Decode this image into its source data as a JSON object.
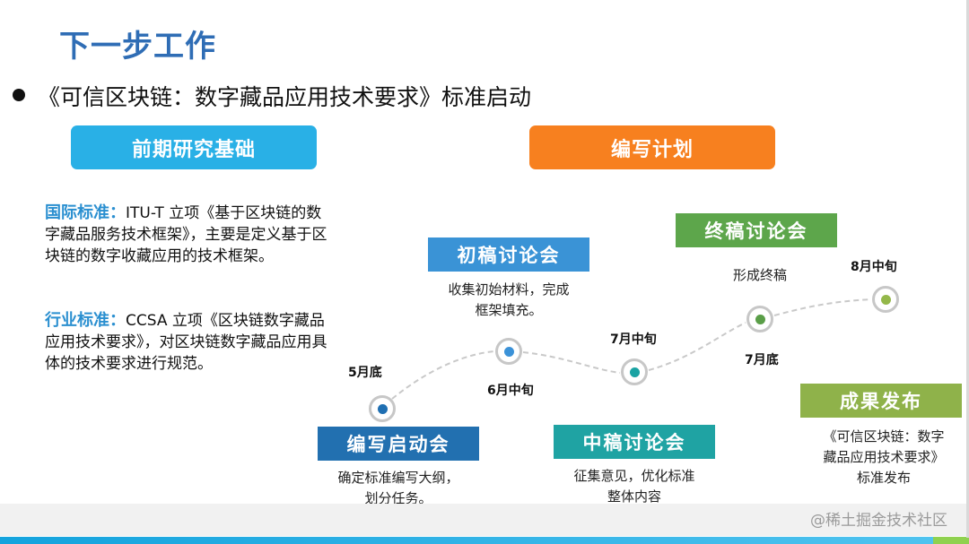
{
  "slide": {
    "title": "下一步工作",
    "bullet": "《可信区块链：数字藏品应用技术要求》标准启动"
  },
  "left_panel": {
    "header": "前期研究基础",
    "header_color": "#29b0e6",
    "items": [
      {
        "label": "国际标准：",
        "text": "ITU-T 立项《基于区块链的数字藏品服务技术框架》，主要是定义基于区块链的数字收藏应用的技术框架。"
      },
      {
        "label": "行业标准：",
        "text": "CCSA 立项《区块链数字藏品应用技术要求》，对区块链数字藏品应用具体的技术要求进行规范。"
      }
    ]
  },
  "right_panel": {
    "header": "编写计划",
    "header_color": "#f7801f",
    "timeline": [
      {
        "date": "5月底",
        "stage": "编写启动会",
        "description_lines": [
          "确定标准编写大纲，",
          "划分任务。"
        ],
        "color": "#2270b0",
        "dot_color": "#1f6fb2"
      },
      {
        "date": "6月中旬",
        "stage": "初稿讨论会",
        "description_lines": [
          "收集初始材料，完成",
          "框架填充。"
        ],
        "color": "#3a93d6",
        "dot_color": "#3b92d8"
      },
      {
        "date": "7月中旬",
        "stage": "中稿讨论会",
        "description_lines": [
          "征集意见，优化标准",
          "整体内容"
        ],
        "color": "#1fa3a3",
        "dot_color": "#1aa3a3"
      },
      {
        "date": "7月底",
        "stage": "终稿讨论会",
        "description_lines": [
          "形成终稿"
        ],
        "color": "#5da64b",
        "dot_color": "#5a9e48"
      },
      {
        "date": "8月中旬",
        "stage": "成果发布",
        "description_lines": [
          "《可信区块链：数字",
          "藏品应用技术要求》",
          "标准发布"
        ],
        "color": "#8fb24a",
        "dot_color": "#94b84a"
      }
    ]
  },
  "footer": {
    "watermark": "@稀土掘金技术社区"
  }
}
